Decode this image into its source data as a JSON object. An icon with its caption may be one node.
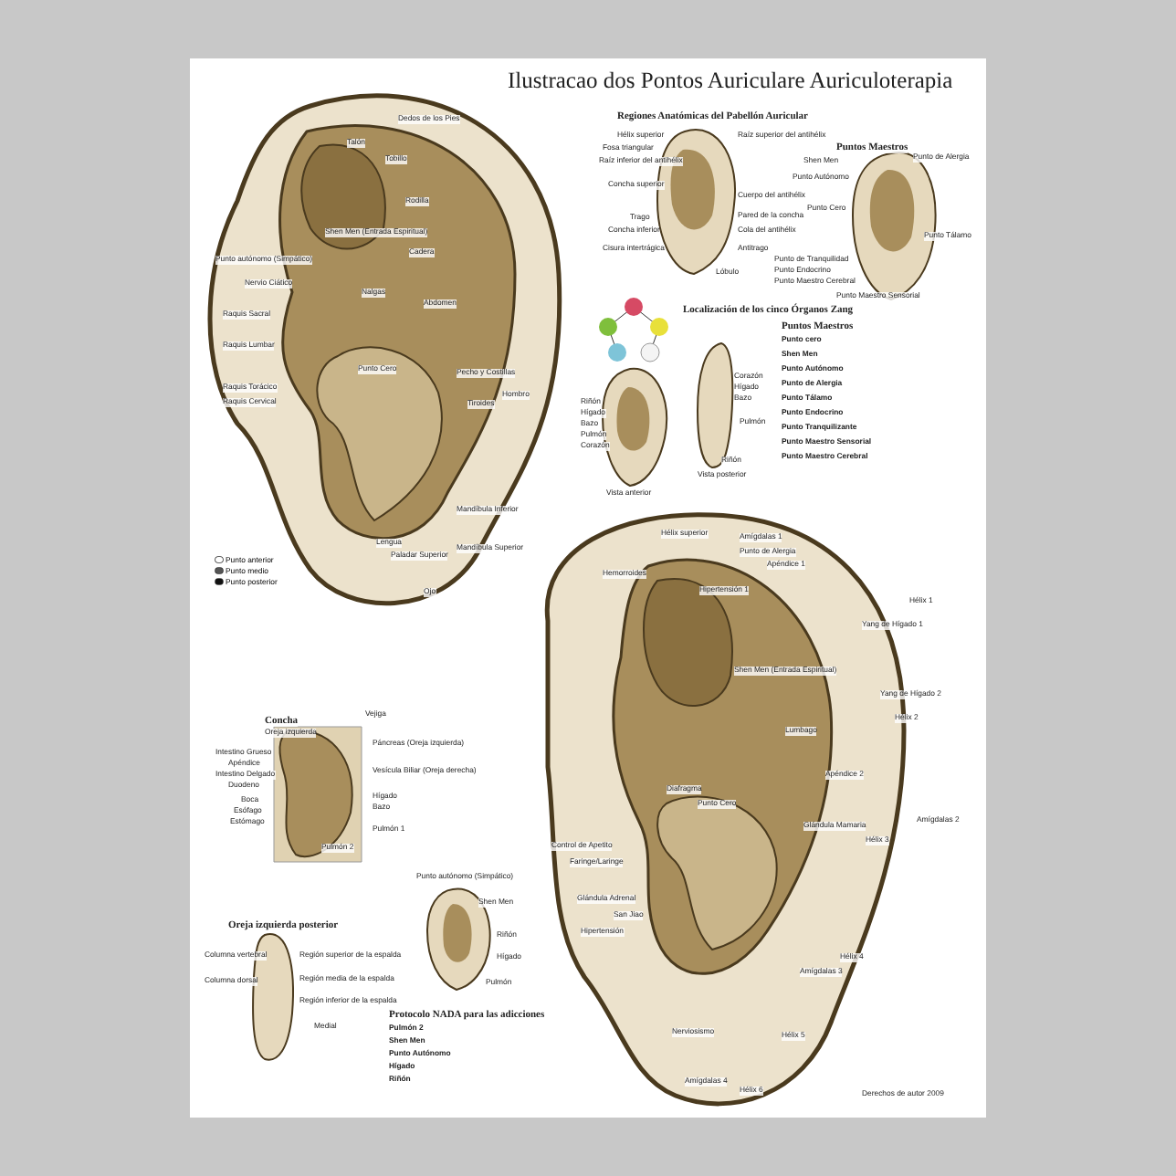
{
  "diagram": {
    "title": "Ilustracao dos Pontos Auriculare Auriculoterapia",
    "labels": [
      "Dedos de los Pies",
      "Talón",
      "Tobillo",
      "Rodilla",
      "Shen Men (Entrada Espiritual)",
      "Punto autónomo (Simpático)",
      "Nervio Ciático",
      "Cadera",
      "Nalgas",
      "Abdomen",
      "Raquis Sacral",
      "Raquis Lumbar",
      "Raquis Torácico",
      "Raquis Cervical",
      "Punto Cero",
      "Pecho y Costillas",
      "Tiroides",
      "Hombro",
      "Mandíbula Inferior",
      "Lengua",
      "Paladar Superior",
      "Mandíbula Superior",
      "Ojo",
      "Regiones Anatómicas del Pabellón Auricular",
      "Hélix superior",
      "Fosa triangular",
      "Raíz inferior del antihélix",
      "Concha superior",
      "Trago",
      "Concha inferior",
      "Cisura intertrágica",
      "Raíz superior del antihélix",
      "Cuerpo del antihélix",
      "Pared de la concha",
      "Cola del antihélix",
      "Antitrago",
      "Lóbulo",
      "Puntos Maestros",
      "Punto de Alergia",
      "Shen Men",
      "Punto Autónomo",
      "Punto Cero",
      "Punto de Tranquilidad",
      "Punto Endocrino",
      "Punto Maestro Cerebral",
      "Punto Tálamo",
      "Punto Maestro Sensorial",
      "Localización de los cinco Órganos Zang",
      "Riñón",
      "Hígado",
      "Bazo",
      "Pulmón",
      "Corazón",
      "Vista anterior",
      "Corazón",
      "Hígado",
      "Bazo",
      "Pulmón",
      "Riñón",
      "Vista posterior",
      "Puntos Maestros",
      "Punto cero",
      "Shen Men",
      "Punto Autónomo",
      "Punto de Alergia",
      "Punto Tálamo",
      "Punto Endocrino",
      "Punto Tranquilizante",
      "Punto Maestro Sensorial",
      "Punto Maestro Cerebral",
      "Concha",
      "Oreja izquierda",
      "Vejiga",
      "Páncreas (Oreja izquierda)",
      "Vesícula Biliar (Oreja derecha)",
      "Hígado",
      "Bazo",
      "Intestino Grueso",
      "Apéndice",
      "Intestino Delgado",
      "Duodeno",
      "Boca",
      "Esófago",
      "Estómago",
      "Pulmón 1",
      "Pulmón 2",
      "Oreja izquierda posterior",
      "Columna vertebral",
      "Columna dorsal",
      "Región superior de la espalda",
      "Región media de la espalda",
      "Región inferior de la espalda",
      "Medial",
      "Punto autónomo (Simpático)",
      "Shen Men",
      "Riñón",
      "Hígado",
      "Pulmón",
      "Protocolo NADA para las adicciones",
      "Pulmón 2",
      "Shen Men",
      "Punto Autónomo",
      "Hígado",
      "Riñón",
      "Hélix superior",
      "Amígdalas 1",
      "Punto de Alergia",
      "Apéndice 1",
      "Hemorroides",
      "Hipertensión 1",
      "Shen Men (Entrada Espiritual)",
      "Lumbago",
      "Apéndice 2",
      "Hélix 1",
      "Yang de Hígado 1",
      "Yang de Hígado 2",
      "Hélix 2",
      "Amígdalas 2",
      "Hélix 3",
      "Glándula Mamaria",
      "Diafragma",
      "Punto Cero",
      "Control de Apetito",
      "Faringe/Laringe",
      "Glándula Adrenal",
      "San Jiao",
      "Hipertensión",
      "Hélix 4",
      "Amígdalas 3",
      "Hélix 5",
      "Nerviosismo",
      "Amígdalas 4",
      "Hélix 6",
      "Derechos de autor 2009"
    ],
    "legend": [
      {
        "text": "Punto anterior",
        "color": "#ffffff"
      },
      {
        "text": "Punto medio",
        "color": "#555555"
      },
      {
        "text": "Punto posterior",
        "color": "#111111"
      }
    ]
  }
}
